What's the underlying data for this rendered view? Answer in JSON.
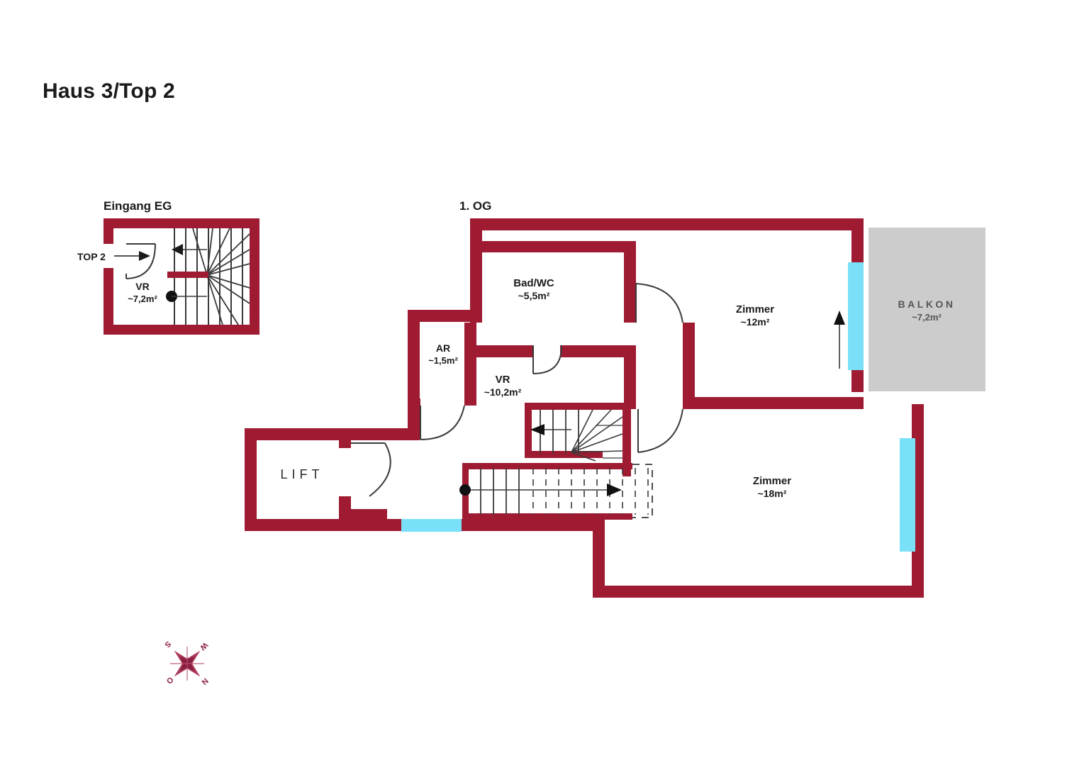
{
  "document": {
    "title": "Haus 3/Top 2",
    "type": "floor-plan",
    "background_color": "#ffffff"
  },
  "palette": {
    "wall": "#9e1b32",
    "window": "#7ae0f7",
    "balcony_fill": "#cccccc",
    "balcony_text": "#555555",
    "text": "#1a1a1a",
    "stair_line": "#3a3a3a",
    "door_line": "#3a3a3a",
    "compass": "#8a2040"
  },
  "plans": [
    {
      "id": "eg",
      "label": "Eingang EG",
      "rooms": [
        {
          "name": "VR",
          "area": "~7,2m²"
        }
      ],
      "annotations": [
        {
          "name": "entrance-marker",
          "text": "TOP 2"
        }
      ],
      "features": [
        "entrance-door-swing",
        "winder-staircase",
        "stair-direction-arrow-left",
        "stair-start-dot"
      ]
    },
    {
      "id": "og",
      "label": "1. OG",
      "rooms": [
        {
          "name": "Bad/WC",
          "area": "~5,5m²"
        },
        {
          "name": "AR",
          "area": "~1,5m²"
        },
        {
          "name": "VR",
          "area": "~10,2m²"
        },
        {
          "name": "Zimmer",
          "area": "~12m²"
        },
        {
          "name": "Zimmer",
          "area": "~18m²"
        }
      ],
      "outdoor": [
        {
          "name": "BALKON",
          "area": "~7,2m²"
        }
      ],
      "service": [
        {
          "name": "LIFT"
        }
      ],
      "features": [
        "winder-staircase-upper",
        "straight-staircase-lower",
        "stair-direction-arrow-left",
        "stair-direction-arrow-right",
        "stair-start-dot",
        "balcony-access-arrow",
        "door-swing-bad-wc",
        "door-swing-ar",
        "door-swing-lift",
        "door-swing-zimmer-12",
        "door-swing-zimmer-18",
        "windows-cyan"
      ]
    }
  ],
  "compass": {
    "name": "compass-rose",
    "directions": [
      "N",
      "O",
      "S",
      "W"
    ],
    "rotation_deg": 135
  }
}
